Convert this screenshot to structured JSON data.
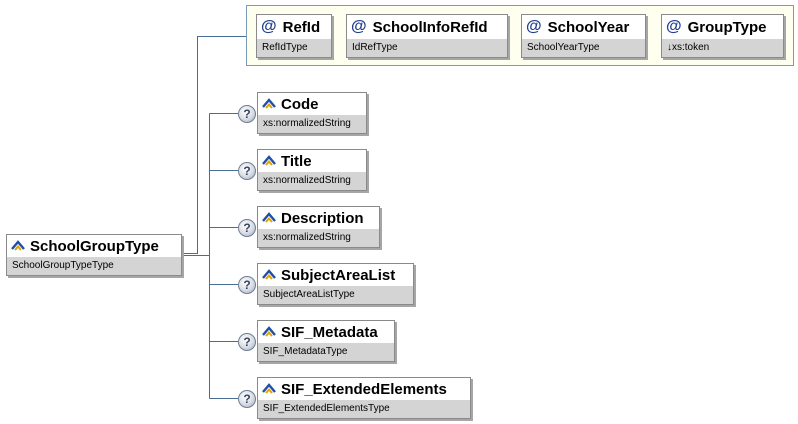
{
  "root": {
    "name": "SchoolGroupType",
    "type": "SchoolGroupTypeType"
  },
  "attributes": [
    {
      "name": "RefId",
      "type": "RefIdType"
    },
    {
      "name": "SchoolInfoRefId",
      "type": "IdRefType"
    },
    {
      "name": "SchoolYear",
      "type": "SchoolYearType"
    },
    {
      "name": "GroupType",
      "type": "↓xs:token"
    }
  ],
  "elements": [
    {
      "name": "Code",
      "type": "xs:normalizedString"
    },
    {
      "name": "Title",
      "type": "xs:normalizedString"
    },
    {
      "name": "Description",
      "type": "xs:normalizedString"
    },
    {
      "name": "SubjectAreaList",
      "type": "SubjectAreaListType"
    },
    {
      "name": "SIF_Metadata",
      "type": "SIF_MetadataType"
    },
    {
      "name": "SIF_ExtendedElements",
      "type": "SIF_ExtendedElementsType"
    }
  ],
  "optional_marker": "?",
  "attribute_marker": "@",
  "colors": {
    "connector": "#4a6d96",
    "attribute_panel": "#fffff0",
    "type_band": "#d4d4d4"
  }
}
